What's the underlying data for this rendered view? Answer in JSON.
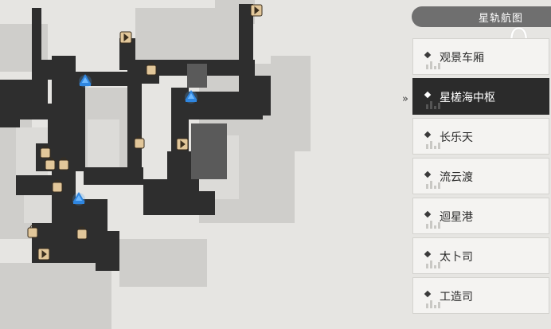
{
  "panel": {
    "title": "星轨航图",
    "floor_number": "0",
    "selected_index": 1,
    "regions": [
      {
        "label": "观景车厢"
      },
      {
        "label": "星槎海中枢"
      },
      {
        "label": "长乐天"
      },
      {
        "label": "流云渡"
      },
      {
        "label": "迴星港"
      },
      {
        "label": "太卜司"
      },
      {
        "label": "工造司"
      }
    ]
  },
  "map": {
    "markers": [
      {
        "type": "teleport-anchor",
        "color": "#3a8ee8"
      },
      {
        "type": "teleport-anchor",
        "color": "#3a8ee8"
      },
      {
        "type": "teleport-anchor",
        "color": "#3a8ee8"
      },
      {
        "type": "shop",
        "color": "#d8b98a"
      },
      {
        "type": "shop",
        "color": "#d8b98a"
      },
      {
        "type": "shop",
        "color": "#d8b98a"
      },
      {
        "type": "shop",
        "color": "#d8b98a"
      },
      {
        "type": "shop",
        "color": "#d8b98a"
      },
      {
        "type": "shop",
        "color": "#d8b98a"
      },
      {
        "type": "shop",
        "color": "#d8b98a"
      },
      {
        "type": "shop",
        "color": "#d8b98a"
      },
      {
        "type": "exit",
        "color": "#d8b98a"
      },
      {
        "type": "exit",
        "color": "#d8b98a"
      },
      {
        "type": "exit",
        "color": "#d8b98a"
      },
      {
        "type": "exit",
        "color": "#d8b98a"
      },
      {
        "type": "npc",
        "color": "#d8b98a"
      }
    ]
  }
}
